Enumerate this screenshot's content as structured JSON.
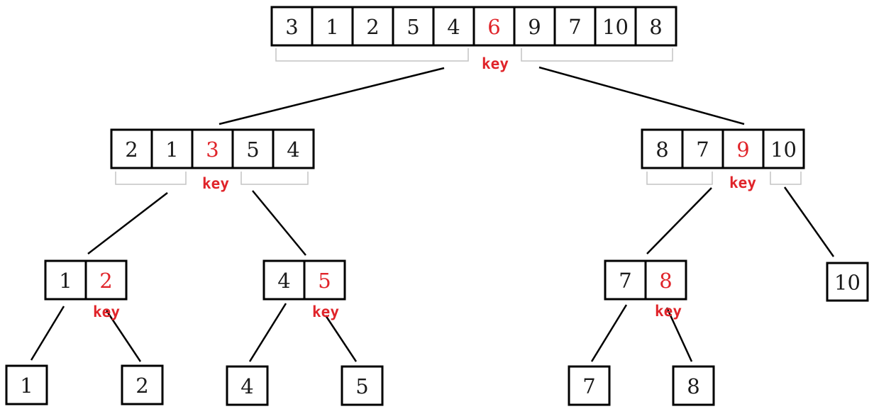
{
  "colors": {
    "border": "#000000",
    "text": "#1a1a1a",
    "pivot": "#e0242a",
    "bracket": "#c4c4c4",
    "background": "#ffffff"
  },
  "key_label": "key",
  "levels": [
    {
      "name": "level-0",
      "nodes": [
        {
          "id": "n0",
          "values": [
            "3",
            "1",
            "2",
            "5",
            "4",
            "6",
            "9",
            "7",
            "10",
            "8"
          ],
          "pivot_index": 5
        }
      ]
    },
    {
      "name": "level-1",
      "nodes": [
        {
          "id": "n1",
          "values": [
            "2",
            "1",
            "3",
            "5",
            "4"
          ],
          "pivot_index": 2
        },
        {
          "id": "n2",
          "values": [
            "8",
            "7",
            "9",
            "10"
          ],
          "pivot_index": 2
        }
      ]
    },
    {
      "name": "level-2",
      "nodes": [
        {
          "id": "n3",
          "values": [
            "1",
            "2"
          ],
          "pivot_index": 1
        },
        {
          "id": "n4",
          "values": [
            "4",
            "5"
          ],
          "pivot_index": 1
        },
        {
          "id": "n5",
          "values": [
            "7",
            "8"
          ],
          "pivot_index": 1
        },
        {
          "id": "n6",
          "values": [
            "10"
          ],
          "pivot_index": null
        }
      ]
    },
    {
      "name": "level-3",
      "nodes": [
        {
          "id": "n7",
          "values": [
            "1"
          ],
          "pivot_index": null
        },
        {
          "id": "n8",
          "values": [
            "2"
          ],
          "pivot_index": null
        },
        {
          "id": "n9",
          "values": [
            "4"
          ],
          "pivot_index": null
        },
        {
          "id": "n10",
          "values": [
            "5"
          ],
          "pivot_index": null
        },
        {
          "id": "n11",
          "values": [
            "7"
          ],
          "pivot_index": null
        },
        {
          "id": "n12",
          "values": [
            "8"
          ],
          "pivot_index": null
        }
      ]
    }
  ],
  "edges": [
    {
      "from": "n0",
      "to": "n1"
    },
    {
      "from": "n0",
      "to": "n2"
    },
    {
      "from": "n1",
      "to": "n3"
    },
    {
      "from": "n1",
      "to": "n4"
    },
    {
      "from": "n2",
      "to": "n5"
    },
    {
      "from": "n2",
      "to": "n6"
    },
    {
      "from": "n3",
      "to": "n7"
    },
    {
      "from": "n3",
      "to": "n8"
    },
    {
      "from": "n4",
      "to": "n9"
    },
    {
      "from": "n4",
      "to": "n10"
    },
    {
      "from": "n5",
      "to": "n11"
    },
    {
      "from": "n5",
      "to": "n12"
    }
  ]
}
